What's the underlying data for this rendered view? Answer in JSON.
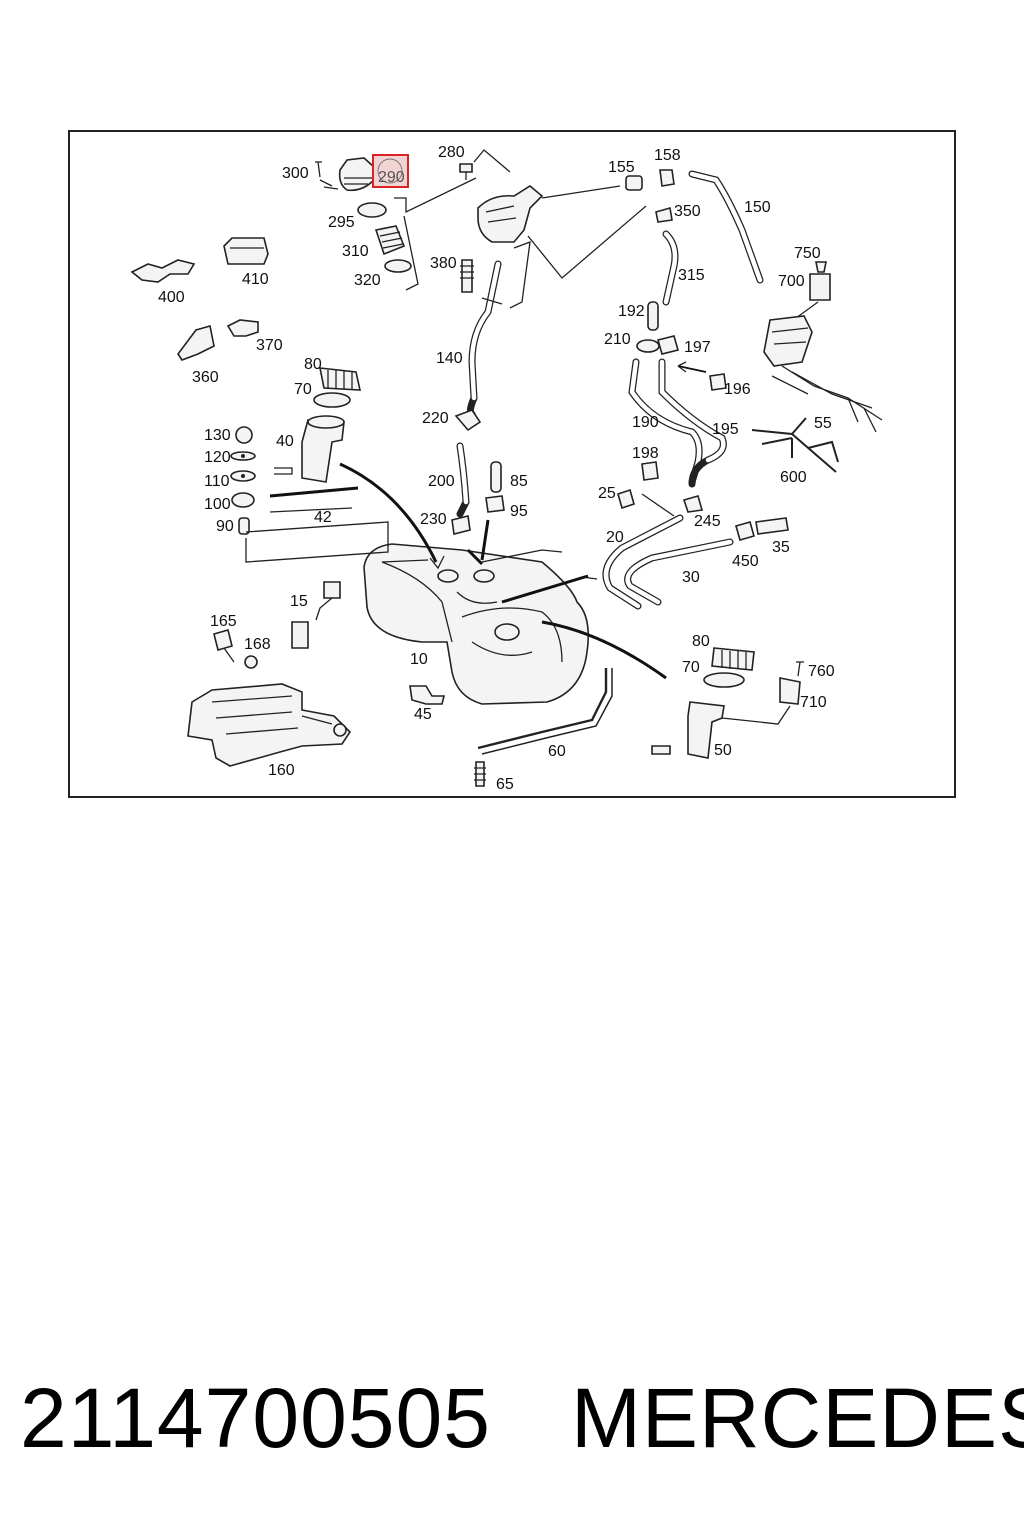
{
  "diagram": {
    "highlighted_part": "290",
    "part_labels": {
      "p300": "300",
      "p290": "290",
      "p280": "280",
      "p155": "155",
      "p158": "158",
      "p350": "350",
      "p150": "150",
      "p295": "295",
      "p310": "310",
      "p320": "320",
      "p380": "380",
      "p315": "315",
      "p750": "750",
      "p700": "700",
      "p400": "400",
      "p410": "410",
      "p370": "370",
      "p360": "360",
      "p192": "192",
      "p210": "210",
      "p197": "197",
      "p196": "196",
      "p80a": "80",
      "p70a": "70",
      "p140": "140",
      "p220": "220",
      "p190": "190",
      "p195": "195",
      "p55": "55",
      "p130": "130",
      "p40": "40",
      "p120": "120",
      "p110": "110",
      "p100": "100",
      "p90": "90",
      "p42": "42",
      "p198": "198",
      "p600": "600",
      "p200": "200",
      "p85": "85",
      "p95": "95",
      "p230": "230",
      "p25": "25",
      "p245": "245",
      "p20": "20",
      "p450": "450",
      "p35": "35",
      "p30": "30",
      "p15": "15",
      "p165": "165",
      "p168": "168",
      "p10": "10",
      "p45": "45",
      "p80b": "80",
      "p70b": "70",
      "p760": "760",
      "p710": "710",
      "p60": "60",
      "p50": "50",
      "p160": "160",
      "p65": "65"
    }
  },
  "caption": {
    "part_number": "2114700505",
    "brand": "MERCEDES"
  }
}
